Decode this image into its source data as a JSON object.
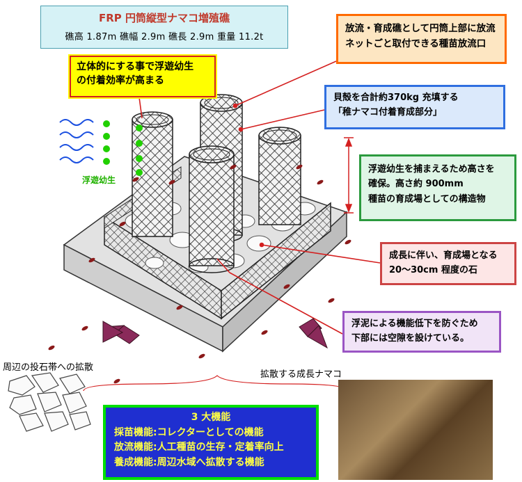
{
  "title": {
    "heading": "FRP 円筒縦型ナマコ増殖礁",
    "specs": "礁高  1.87m  礁幅  2.9m  礁長  2.9m  重量  11.2t"
  },
  "callouts": {
    "three_d": [
      "立体的にする事で浮遊幼生",
      "の付着効率が高まる"
    ],
    "release": [
      "放流・育成礁として円筒上部に放流",
      "ネットごと取付できる種苗放流口"
    ],
    "shell": [
      "貝殻を合計約370kg 充填する",
      "「稚ナマコ付着育成部分」"
    ],
    "height": [
      "浮遊幼生を捕まえるため高さを",
      "確保。高さ約 900mm",
      "種苗の育成場としての構造物"
    ],
    "stone": [
      "成長に伴い、育成場となる",
      "20～30cm 程度の石"
    ],
    "gap": [
      "浮泥による機能低下を防ぐため",
      "下部には空隙を設けている。"
    ]
  },
  "labels": {
    "larva": "浮遊幼生",
    "spread_left": "周辺の投石帯への拡散",
    "spread_right": "拡散する成長ナマコ"
  },
  "functions": {
    "title": "3 大機能",
    "items": [
      "採苗機能:コレクターとしての機能",
      "放流機能:人工種苗の生存・定着率向上",
      "養成機能:周辺水域へ拡散する機能"
    ]
  },
  "colors": {
    "accent_red": "#d42020",
    "larva_green": "#21b200",
    "wave_blue": "#1a4fe0",
    "arrow_purple": "#8a2a5a"
  }
}
